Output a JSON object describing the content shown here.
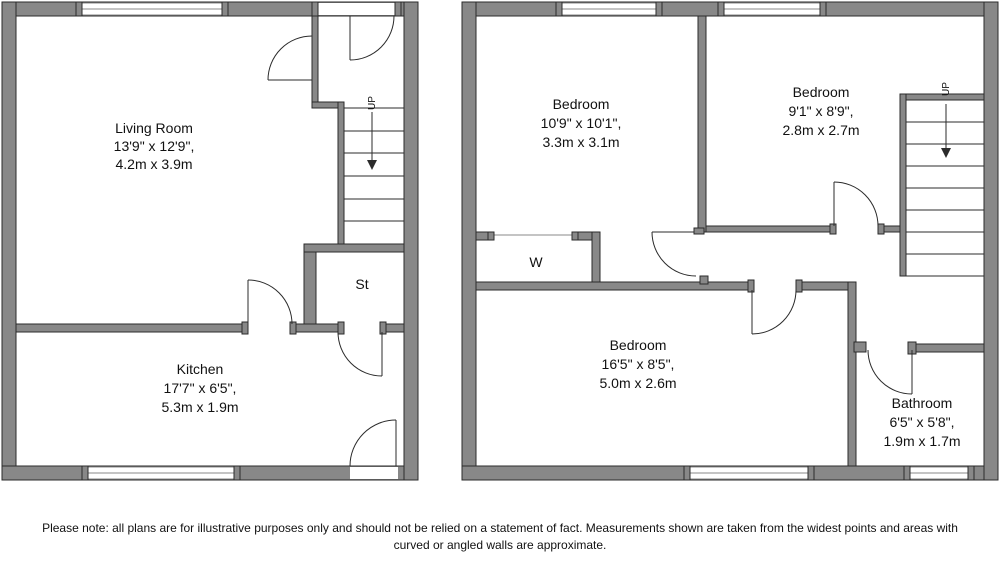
{
  "rooms": {
    "living_room": {
      "name": "Living Room",
      "imperial": "13'9\" x 12'9\",",
      "metric": "4.2m x 3.9m"
    },
    "kitchen": {
      "name": "Kitchen",
      "imperial": "17'7\" x 6'5\",",
      "metric": "5.3m x 1.9m"
    },
    "store": {
      "name": "St"
    },
    "bedroom_1": {
      "name": "Bedroom",
      "imperial": "10'9\" x 10'1\",",
      "metric": "3.3m x 3.1m"
    },
    "bedroom_2": {
      "name": "Bedroom",
      "imperial": "9'1\" x 8'9\",",
      "metric": "2.8m x 2.7m"
    },
    "bedroom_3": {
      "name": "Bedroom",
      "imperial": "16'5\" x 8'5\",",
      "metric": "5.0m x 2.6m"
    },
    "bathroom": {
      "name": "Bathroom",
      "imperial": "6'5\" x 5'8\",",
      "metric": "1.9m x 1.7m"
    },
    "wardrobe": {
      "name": "W"
    }
  },
  "stairs": {
    "ground_label": "UP",
    "first_label": "UP"
  },
  "disclaimer": "Please note: all plans are for illustrative purposes only and should not be relied on a statement of fact. Measurements shown are taken from the widest points and areas with curved or angled walls are approximate."
}
